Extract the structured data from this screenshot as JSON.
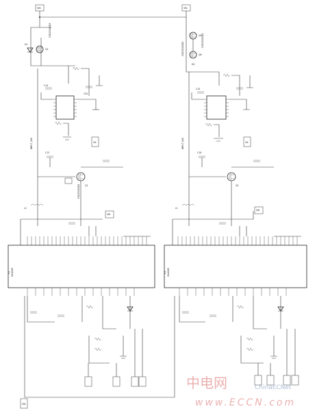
{
  "labels": {
    "vin_left": "VIN",
    "vin_right": "VIN",
    "net_left": "INPUT_VIN",
    "net_right": "INPUT_VIN",
    "u2_ref": "U2",
    "u2_part": "ISL6269",
    "u1_ref": "U1",
    "u1_part": "ISL6269",
    "q2_left": "Q2",
    "q1_left": "Q1",
    "q5_right": "Q5",
    "q6_right": "Q6",
    "q3_left": "Q3",
    "q2_right": "Q2",
    "d1_left": "D1",
    "d2_right": "D2",
    "l2_left": "L2",
    "l1_right": "L1",
    "c13_left": "C13",
    "c14_left": "C14",
    "c20_left": "C20",
    "c15_right": "C15",
    "c16_right": "C16",
    "ok_left": "OK",
    "ok_right": "OK",
    "sw_left": "SW",
    "sw_right": "SW",
    "bottom_tag": "VIN",
    "pkg_left": "CSD25402Q3",
    "pkg_right": "CSD25402Q3",
    "watermark_cn": "中电网",
    "watermark_url": "www.ECCN.com",
    "watermark_logo": "ChinaECNet"
  },
  "colors": {
    "line": "#333333",
    "watermark": "#e8a3a3",
    "watermark_blue": "#9fb3cc"
  }
}
